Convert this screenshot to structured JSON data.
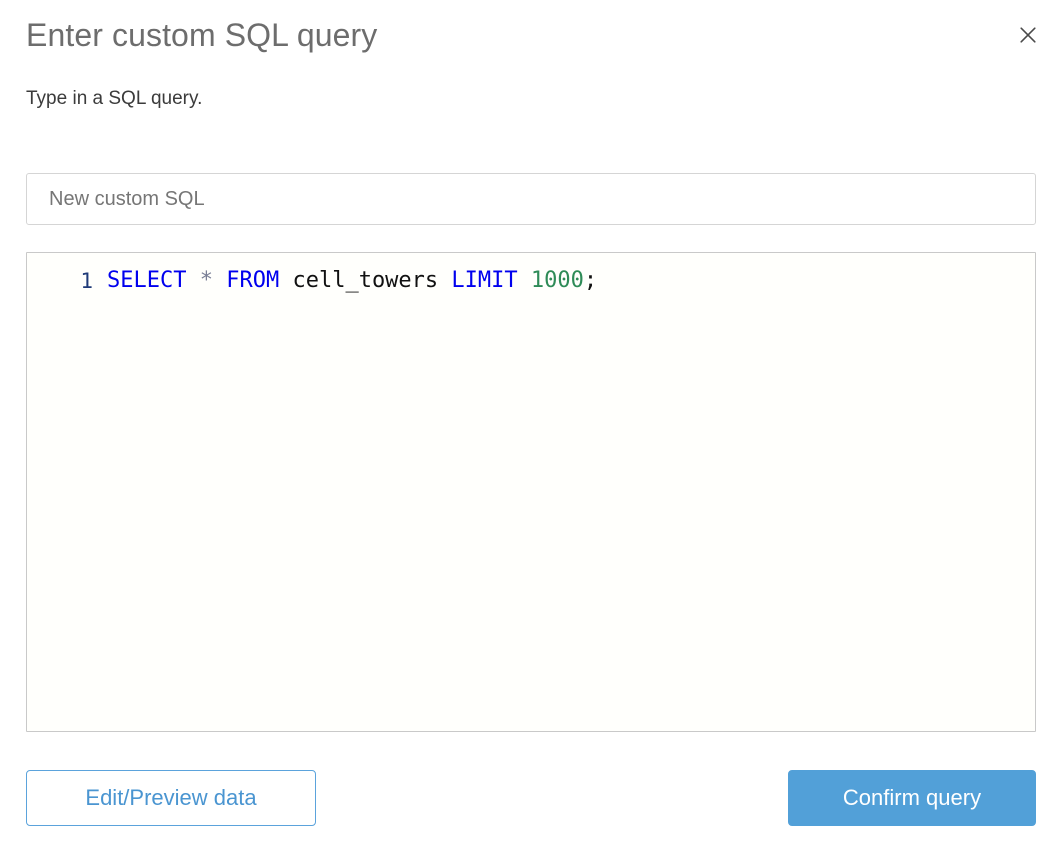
{
  "dialog": {
    "title": "Enter custom SQL query",
    "subtitle": "Type in a SQL query.",
    "close_icon": "close-icon"
  },
  "query_name": {
    "value": "New custom SQL",
    "placeholder": "New custom SQL"
  },
  "editor": {
    "line_number": "1",
    "full_text": "SELECT * FROM cell_towers LIMIT 1000;",
    "tokens": {
      "select": "SELECT",
      "space1": " ",
      "star": "*",
      "space2": " ",
      "from": "FROM",
      "space3": " ",
      "table": "cell_towers",
      "space4": " ",
      "limit": "LIMIT",
      "space5": " ",
      "number": "1000",
      "semicolon": ";"
    }
  },
  "footer": {
    "secondary_label": "Edit/Preview data",
    "primary_label": "Confirm query"
  },
  "colors": {
    "title": "#6d6d6d",
    "subtitle": "#3b3b3b",
    "accent": "#52a0d8",
    "accent_border": "#5ba3dc",
    "keyword": "#0000ee",
    "operator": "#7a7f96",
    "number": "#2e8b57",
    "line_number": "#1f3a78",
    "editor_background": "#fffffc",
    "editor_border": "#c9c9c9",
    "input_border": "#d5d5d5"
  }
}
